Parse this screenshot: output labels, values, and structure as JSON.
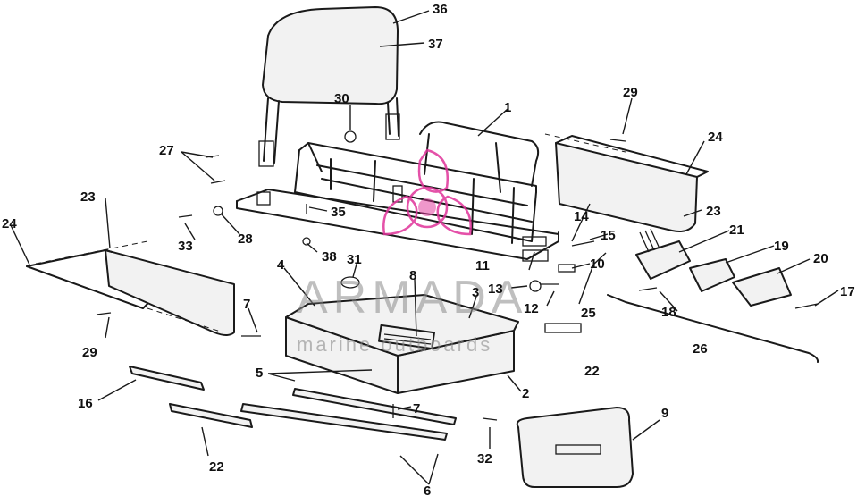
{
  "watermark": {
    "brand": "ARMADA",
    "tagline": "marine outboards",
    "logo_color": "#e0339a"
  },
  "callouts": {
    "c1": "1",
    "c2": "2",
    "c3": "3",
    "c4": "4",
    "c5": "5",
    "c6": "6",
    "c7a": "7",
    "c7b": "7",
    "c8": "8",
    "c9": "9",
    "c10": "10",
    "c11": "11",
    "c12": "12",
    "c13": "13",
    "c14": "14",
    "c15": "15",
    "c16": "16",
    "c17": "17",
    "c18": "18",
    "c19": "19",
    "c20": "20",
    "c21": "21",
    "c22a": "22",
    "c22b": "22",
    "c23a": "23",
    "c23b": "23",
    "c24a": "24",
    "c24b": "24",
    "c25": "25",
    "c26": "26",
    "c27": "27",
    "c28": "28",
    "c29a": "29",
    "c29b": "29",
    "c30": "30",
    "c31": "31",
    "c32": "32",
    "c33": "33",
    "c35": "35",
    "c36": "36",
    "c37": "37",
    "c38": "38"
  }
}
